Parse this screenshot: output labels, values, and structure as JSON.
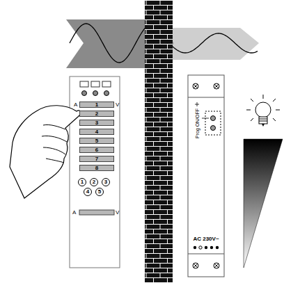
{
  "diagram": {
    "nodes": [
      {
        "text": [
          "1"
        ]
      },
      {
        "text": [
          "2"
        ]
      },
      {
        "text": [
          "3"
        ]
      },
      {
        "text": [
          "4"
        ]
      },
      {
        "text": [
          "5"
        ]
      },
      {
        "text": [
          "6"
        ]
      },
      {
        "text": [
          "7"
        ]
      },
      {
        "text": [
          "8"
        ]
      },
      {
        "text": [
          "1"
        ]
      },
      {
        "text": [
          "2"
        ]
      },
      {
        "text": [
          "3"
        ]
      },
      {
        "text": [
          "4"
        ]
      },
      {
        "text": [
          "5"
        ]
      }
    ],
    "labels": [
      "A",
      "V",
      "A",
      "V",
      "Prog ON/OFF",
      "AC 230V~"
    ]
  }
}
